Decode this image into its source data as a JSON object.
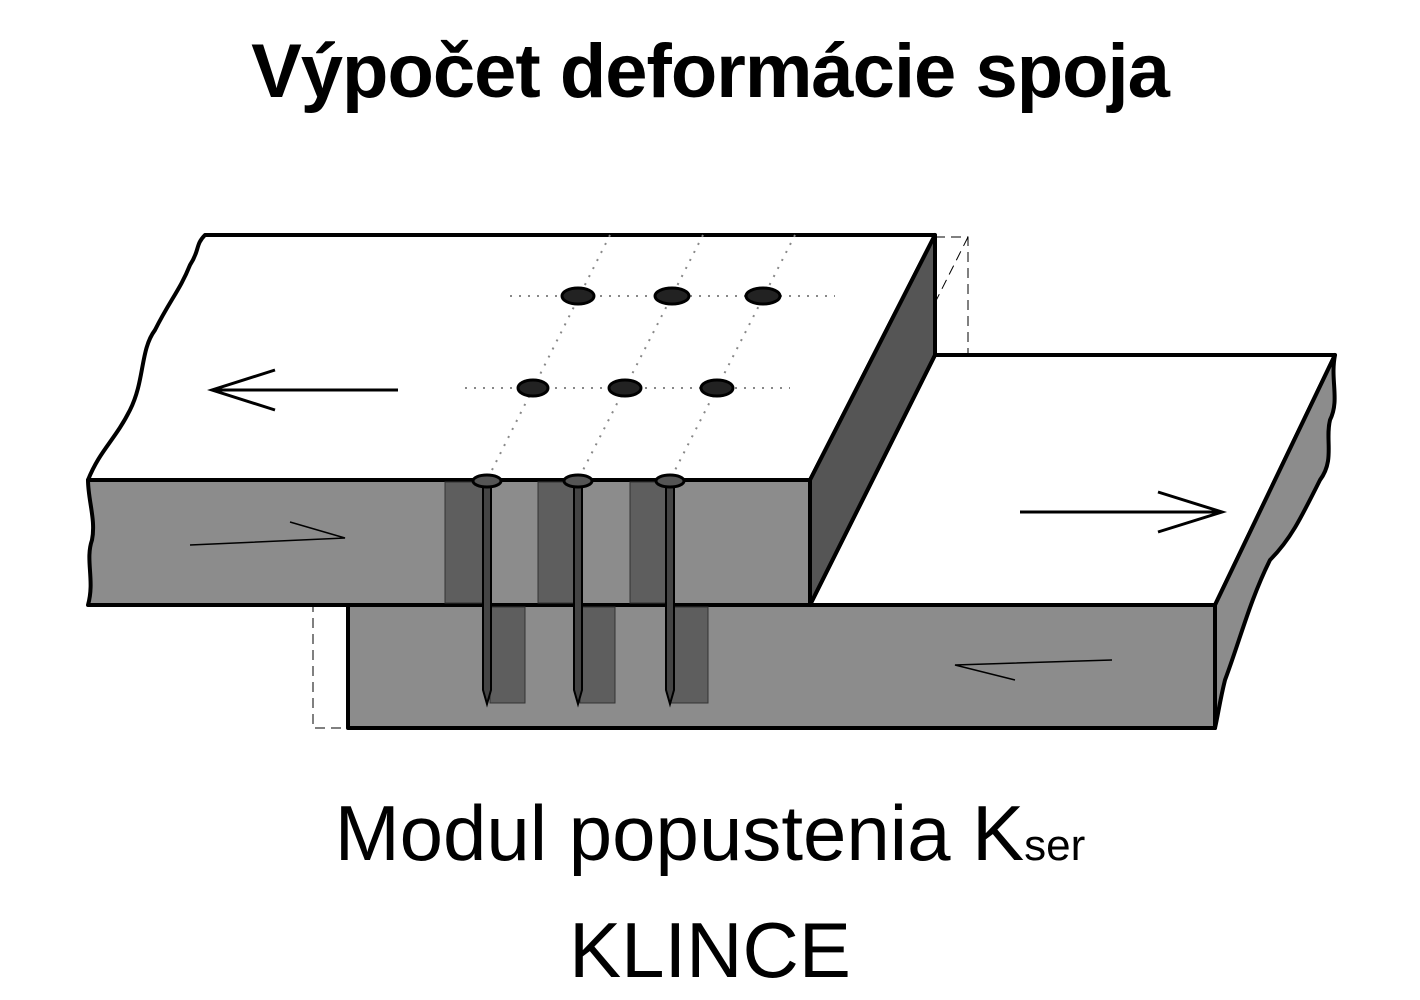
{
  "title": "Výpočet deformácie spoja",
  "subtitle": {
    "main": "Modul popustenia K",
    "subscript": "ser"
  },
  "fastener_type": "KLINCE",
  "colors": {
    "front_face": "#8c8c8c",
    "side_face": "#555555",
    "nail_strip": "#5e5e5e",
    "top_face": "#ffffff",
    "outline": "#000000"
  }
}
